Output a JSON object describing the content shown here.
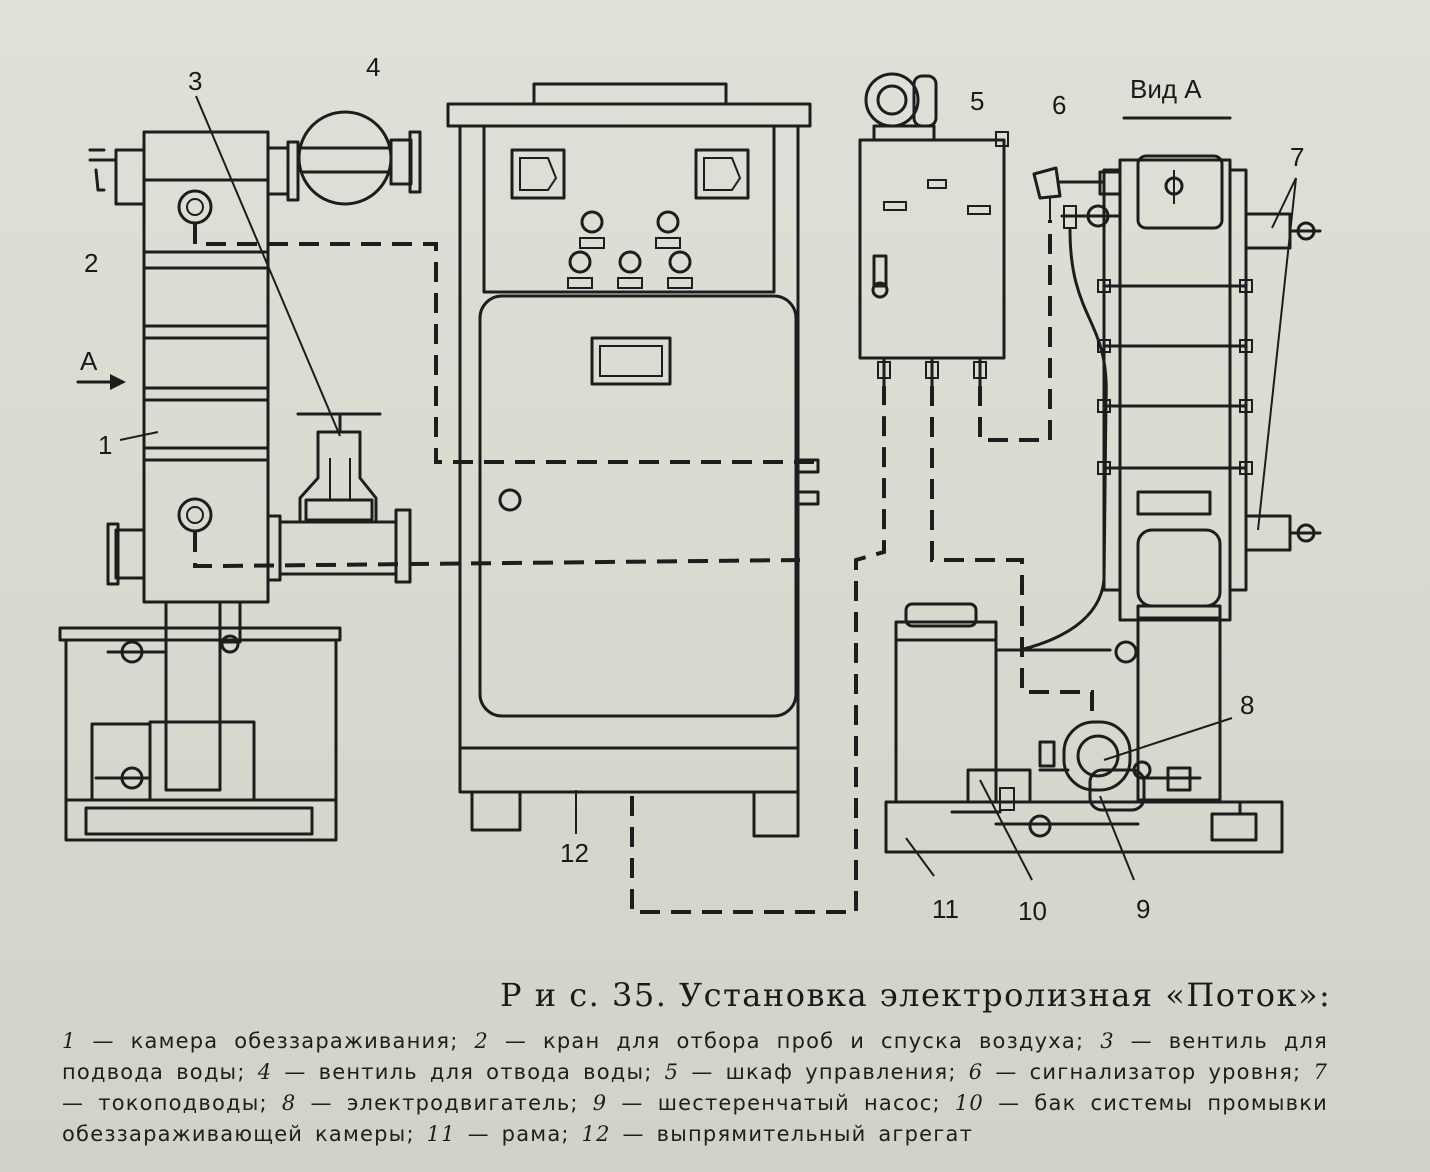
{
  "diagram": {
    "view_label": "Вид А",
    "arrow_label": "А",
    "callouts": [
      "1",
      "2",
      "3",
      "4",
      "5",
      "6",
      "7",
      "8",
      "9",
      "10",
      "11",
      "12"
    ]
  },
  "caption": {
    "title": "Р и с. 35. Установка электролизная «Поток»:",
    "legend": [
      {
        "n": "1",
        "text": " — камера обеззараживания; "
      },
      {
        "n": "2",
        "text": " — кран для отбора проб и спуска воздуха; "
      },
      {
        "n": "3",
        "text": " — вентиль для подвода воды; "
      },
      {
        "n": "4",
        "text": " — вентиль для отвода воды; "
      },
      {
        "n": "5",
        "text": " — шкаф управления; "
      },
      {
        "n": "6",
        "text": " — сигнализатор уровня; "
      },
      {
        "n": "7",
        "text": " — токоподводы; "
      },
      {
        "n": "8",
        "text": " — электродвигатель; "
      },
      {
        "n": "9",
        "text": " — шестеренчатый насос; "
      },
      {
        "n": "10",
        "text": " — бак системы промывки обеззараживающей камеры; "
      },
      {
        "n": "11",
        "text": " — рама; "
      },
      {
        "n": "12",
        "text": " — выпрямительный агрегат"
      }
    ]
  }
}
